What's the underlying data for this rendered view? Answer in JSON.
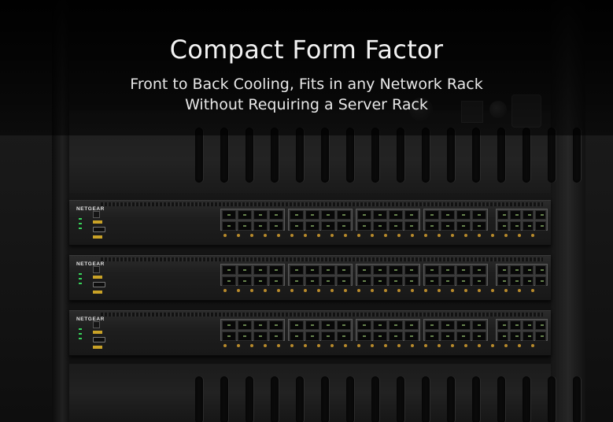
{
  "headline": {
    "title": "Compact Form Factor",
    "subtitle_line1": "Front to Back Cooling, Fits in any Network Rack",
    "subtitle_line2": "Without Requiring a Server Rack"
  },
  "switches": [
    {
      "brand": "NETGEAR"
    },
    {
      "brand": "NETGEAR"
    },
    {
      "brand": "NETGEAR"
    }
  ],
  "colors": {
    "text": "#f2f2f2",
    "led_green": "#37d35a",
    "led_amber": "#c9a227"
  }
}
